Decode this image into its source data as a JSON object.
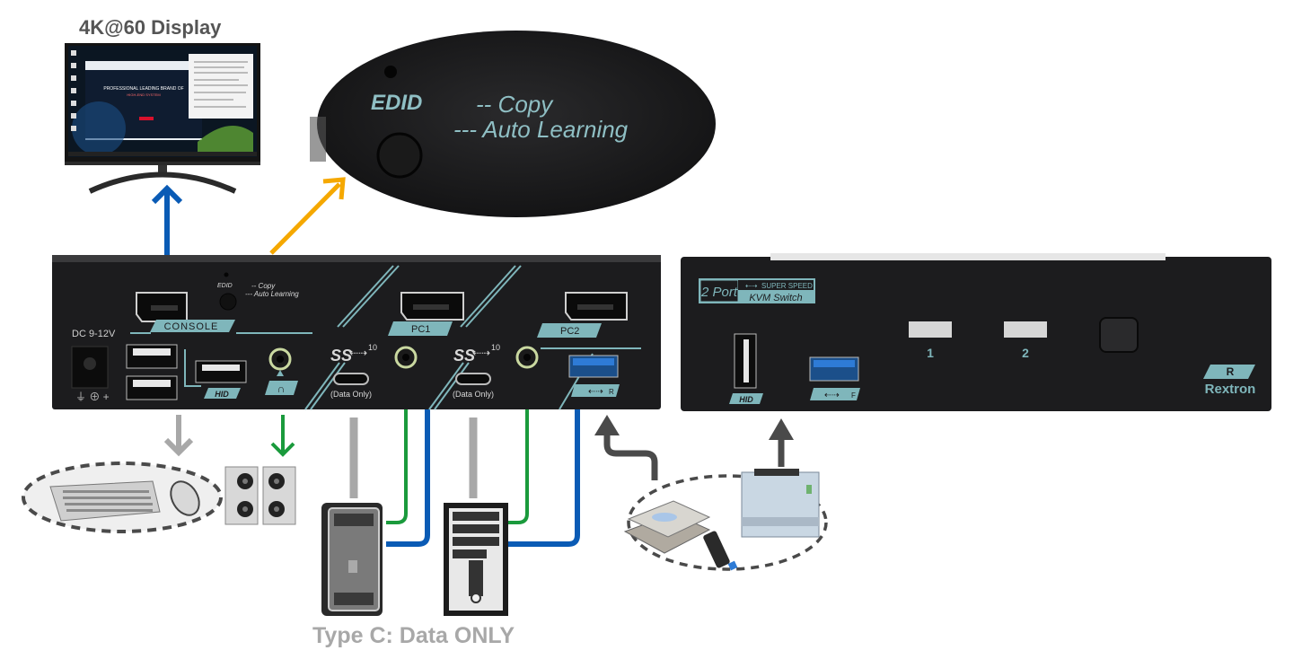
{
  "display": {
    "label": "4K@60 Display",
    "screen_headline_1": "PROFESSIONAL LEADING BRAND OF",
    "screen_headline_2": "HIGH-END SYSTEM"
  },
  "edid_zoom": {
    "label": "EDID",
    "copy_label": "-- Copy",
    "auto_label": "--- Auto Learning"
  },
  "rear_panel": {
    "dc_label": "DC  9-12V",
    "console_label": "CONSOLE",
    "edid_label": "EDID",
    "copy_label": "-- Copy",
    "auto_label": "--- Auto Learning",
    "hid_label": "HID",
    "pc1_label": "PC1",
    "pc2_label": "PC2",
    "ss_label": "SS",
    "ss_speed": "10",
    "data_only_1": "(Data Only)",
    "data_only_2": "(Data Only)",
    "usb_r_label": "R"
  },
  "front_panel": {
    "badge_ports": "2 Port",
    "badge_speed": "SUPER SPEED",
    "badge_type": "KVM Switch",
    "hid_label": "HID",
    "usb_f_label": "F",
    "port1_label": "1",
    "port2_label": "2",
    "brand": "Rextron"
  },
  "footer": {
    "caption": "Type C: Data ONLY"
  },
  "colors": {
    "video": "#0a5bb5",
    "audio": "#1a9a3c",
    "usb_c": "#a8a8a8",
    "peripheral": "#4a4a4a",
    "edid_pointer": "#f5a800",
    "panel_text": "#7fb6bb",
    "chassis": "#1c1c1e"
  }
}
